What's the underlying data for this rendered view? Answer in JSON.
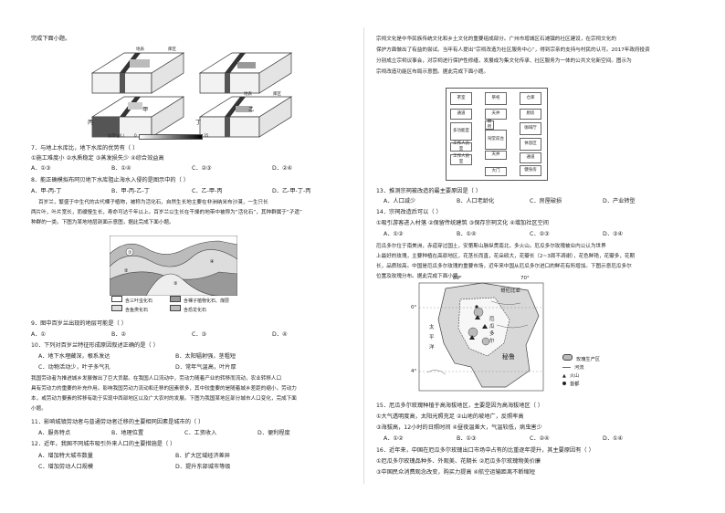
{
  "left": {
    "l0": "完成下面小题。",
    "blocks": {
      "top_label_a": "地表",
      "top_label_b": "库区",
      "jia": "甲",
      "yi": "乙",
      "bing": "丙",
      "ding": "丁",
      "scale_label": "盐度(g/L)",
      "scale_min": "0",
      "scale_max": "35"
    },
    "q7": "7．与地上水库比，地下水库的优势有（    ）",
    "q7a": "①施工难度小    ②水质稳定    ③蒸发损失少    ④综合效益高",
    "q7opts": [
      "A．①③",
      "B．①④",
      "C．②③",
      "D．②④"
    ],
    "q8": "8．能正确模拟布阿贝地下水库阻止海水入侵的是图示中的（    ）",
    "q8opts": [
      "A．甲-丙-丁",
      "B．甲-丙-乙-丁",
      "C．乙-甲-丙",
      "D．乙-甲-丁-丙"
    ],
    "p1": "百岁兰，繁盛于中生代的古代棵子植物，被称为活化石，自然生长地主要在非洲纳米布沙漠，一生只长",
    "p2": "两片叶，叶片宽长，而缓慢生长，寿命可达千年以上。百岁兰以生长在干燥的地带中被称为“活化石”，其种群属于“孑遗”",
    "p3": "种群的一类。下图为某地地层剖面示意图，据此完成下面小题。",
    "strat": {
      "c1": "含三叶虫化石",
      "c2": "含裸子植物化石、煤层",
      "c3": "含鱼类化石",
      "c4": "含恐龙化石"
    },
    "q9": "9．图中百岁兰出现的地层可能是（    ）",
    "q9opts": [
      "A．①",
      "B．②",
      "C．③",
      "D．④"
    ],
    "q10": "10．下列对百岁兰特征形成原因叙述正确的是（    ）",
    "q10a": [
      "A．地下水埋藏深，根系发达",
      "B．太阳辐射强，茎粗短"
    ],
    "q10b": [
      "C．动物活动少，叶子多气孔",
      "D．常年气温高，叶片厚"
    ],
    "p4": "    我国劳动者为推进城乡发展做出了巨大贡献。在我国人口流动中，劳动力随着产业的转移而流动，农业转移人口",
    "p5": "具有劳动力的重要的补充作用。影响我国劳动力流动和迁移的因素很多，其中较重要的是随着城乡差距的缩小，劳动力",
    "p6": "本，或劳动力要素的转移有助于实现中西部地区以及广大农村的发展。下图为我国某地区部分城市人口变化，完成下面",
    "p7": "小题。",
    "q11": "11．影响城镇劳动者与普通劳动者迁移的主要相同因素是城市的（    ）",
    "q11opts": [
      "A．服务特点",
      "B．地理位置",
      "C．工资收入",
      "D．便利程度"
    ],
    "q12": "12．近年，我国不同城市吸引外来人口的主要措施是（    ）",
    "q12a": [
      "A．增加特大城市数量",
      "B．扩大区域经济差异"
    ],
    "q12b": [
      "C．增加劳动人口规模",
      "D．提升东部城市等级"
    ]
  },
  "right": {
    "p1": "    宗祠文化是中华民族传统文化和乡土文化的重要组成部分。广州市增城区石滩镇的社区建设，在宗祠文化的",
    "p2": "保护方面做出了有益的尝试。当年有人提出“宗祠改造为社区服务中心”，得到宗亲的支持与村民的认可。2017年政府投资",
    "p3": "分别成立宗祠议事会，对宗祠进行保护性修缮，发展成为集文化传承、社区服务为一体的公共文化新空间。图示为",
    "p4": "宗祠改造功能区布局示意图。据此完成下面小题。",
    "plan": {
      "c1": "茶室",
      "c2": "祭祀",
      "c3": "仓库",
      "c4": "通道",
      "c5": "天井",
      "c6": "厨房",
      "c7": "多功能室",
      "c8": "厕所",
      "c9": "咖啡厅",
      "c10": "工作人员室",
      "c11": "天井",
      "c12": "休息区",
      "c13": "工作人员室",
      "c14": "通道",
      "c15": "健身房",
      "c16": "大门",
      "c17": "祠堂前台"
    },
    "q13": "13．推测宗祠被改造的最主要原因是（    ）",
    "q13opts": [
      "A．人口减少",
      "B．人口老龄化",
      "C．房屋破损",
      "D．产业转型"
    ],
    "q14": "14．宗祠改造后可以（    ）",
    "q14a": "①吸引游客进入村落  ②保留传统建筑  ③保存宗祠文化  ④增加社区空间",
    "q14opts": [
      "A．①②",
      "B．①④",
      "C．②③",
      "D．③④"
    ],
    "p5": "    厄瓜多尔位于南美洲，赤道穿过国土，安第斯山脉纵贯南北，多火山。厄瓜多尔玫瑰被业内公认为世界",
    "p6": "上最好的玫瑰，主要种植在高原地区，花茎长而直，花朵硕大，花瓣长（2~3周不凋谢），花色鲜艳，花瓣多，花期",
    "p7": "长，品质较高。中国是厄瓜多尔玫瑰的重要市场，近年来中国从厄瓜多尔进口的鲜花有所增加。下图示意厄瓜多尔",
    "p8": "位置及玫瑰分布。据此完成下面小题。",
    "map": {
      "lon1": "80°",
      "lon2": "70°",
      "lat": "4°",
      "country1": "哥伦比亚",
      "country2": "秘鲁",
      "country3": "厄瓜多尔",
      "ocean": "太平洋",
      "eq": "0°",
      "leg1": "玫瑰生产区",
      "leg2": "河流",
      "leg3": "火山",
      "leg4": "首都"
    },
    "q15": "15．厄瓜多尔玫瑰种植于高海拔地区，主要是因为高海拔地区（    ）",
    "q15a": "①大气透明度高，太阳光照充足  ②山地的坡地广，反照率高",
    "q15b": "③海拔高，12小时的日照时间  ④昼夜温差大，气温较低，病虫害少",
    "q15opts": [
      "A．①②",
      "B．①③",
      "C．②④",
      "D．①④"
    ],
    "q16": "16．近年来，中国在厄瓜多尔玫瑰出口市场中占有的比重逐年提升，其主要原因有（    ）",
    "q16a": "①厄瓜多尔玫瑰品种多、外观美、花期长  ②厄瓜多尔玫瑰物美价廉",
    "q16b": "③中国民众消费观念改变，购买力提高  ④航空运输距离不断缩短"
  }
}
